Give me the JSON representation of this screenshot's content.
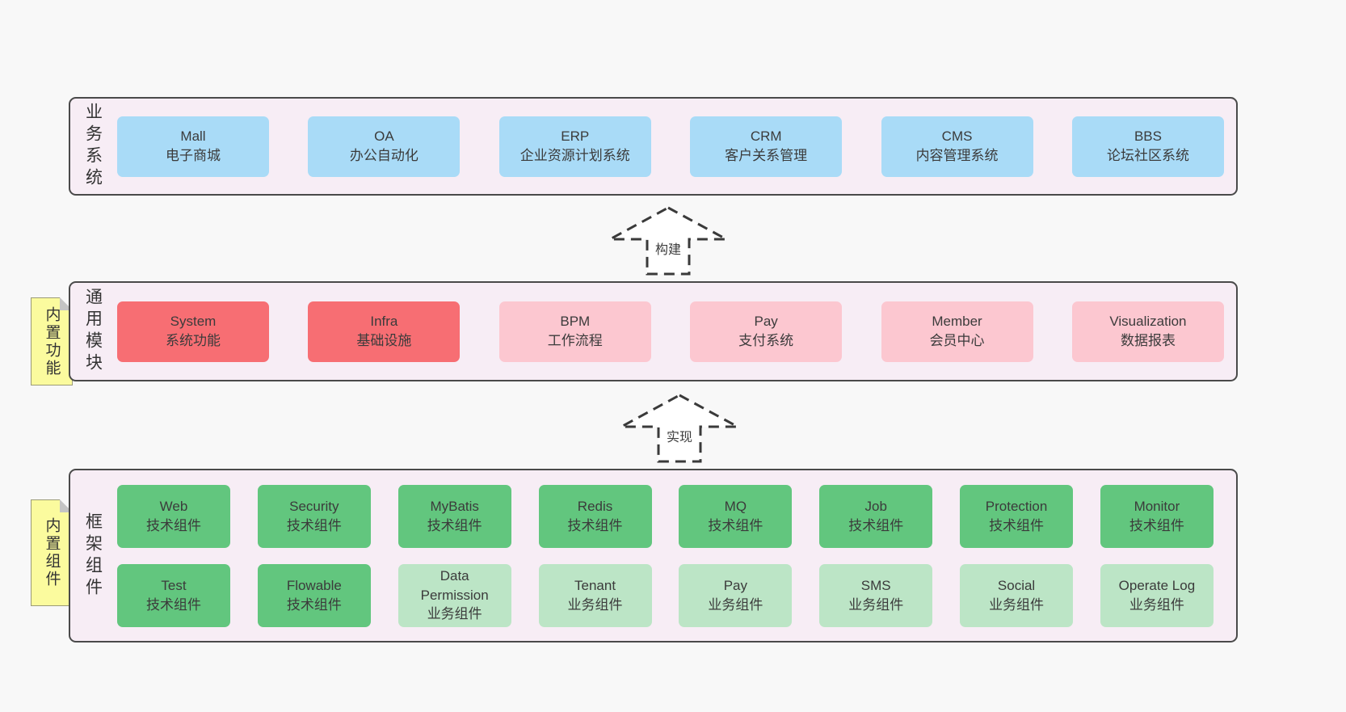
{
  "palette": {
    "page_bg": "#f8f8f8",
    "panel_bg": "#f7edf5",
    "panel_border": "#4a4a4a",
    "box_text": "#3b3b3b",
    "blue": "#a9dbf7",
    "red": "#f76e73",
    "pink": "#fcc7d0",
    "green": "#62c67e",
    "light_green": "#bce5c6",
    "note_bg": "#fbfb9e",
    "note_fold": "#c4c4c4",
    "arrow_stroke": "#3a3a3a"
  },
  "layers": [
    {
      "id": "business-systems",
      "title": "业务系统",
      "note": null,
      "rows": [
        [
          {
            "title": "Mall",
            "subtitle": "电子商城",
            "color": "blue"
          },
          {
            "title": "OA",
            "subtitle": "办公自动化",
            "color": "blue"
          },
          {
            "title": "ERP",
            "subtitle": "企业资源计划系统",
            "color": "blue"
          },
          {
            "title": "CRM",
            "subtitle": "客户关系管理",
            "color": "blue"
          },
          {
            "title": "CMS",
            "subtitle": "内容管理系统",
            "color": "blue"
          },
          {
            "title": "BBS",
            "subtitle": "论坛社区系统",
            "color": "blue"
          }
        ]
      ]
    },
    {
      "id": "common-modules",
      "title": "通用模块",
      "note": "内置功能",
      "rows": [
        [
          {
            "title": "System",
            "subtitle": "系统功能",
            "color": "red"
          },
          {
            "title": "Infra",
            "subtitle": "基础设施",
            "color": "red"
          },
          {
            "title": "BPM",
            "subtitle": "工作流程",
            "color": "pink"
          },
          {
            "title": "Pay",
            "subtitle": "支付系统",
            "color": "pink"
          },
          {
            "title": "Member",
            "subtitle": "会员中心",
            "color": "pink"
          },
          {
            "title": "Visualization",
            "subtitle": "数据报表",
            "color": "pink"
          }
        ]
      ]
    },
    {
      "id": "framework-components",
      "title": "框架组件",
      "note": "内置组件",
      "rows": [
        [
          {
            "title": "Web",
            "subtitle": "技术组件",
            "color": "green"
          },
          {
            "title": "Security",
            "subtitle": "技术组件",
            "color": "green"
          },
          {
            "title": "MyBatis",
            "subtitle": "技术组件",
            "color": "green"
          },
          {
            "title": "Redis",
            "subtitle": "技术组件",
            "color": "green"
          },
          {
            "title": "MQ",
            "subtitle": "技术组件",
            "color": "green"
          },
          {
            "title": "Job",
            "subtitle": "技术组件",
            "color": "green"
          },
          {
            "title": "Protection",
            "subtitle": "技术组件",
            "color": "green"
          },
          {
            "title": "Monitor",
            "subtitle": "技术组件",
            "color": "green"
          }
        ],
        [
          {
            "title": "Test",
            "subtitle": "技术组件",
            "color": "green"
          },
          {
            "title": "Flowable",
            "subtitle": "技术组件",
            "color": "green"
          },
          {
            "title": "Data Permission",
            "subtitle": "业务组件",
            "color": "light_green"
          },
          {
            "title": "Tenant",
            "subtitle": "业务组件",
            "color": "light_green"
          },
          {
            "title": "Pay",
            "subtitle": "业务组件",
            "color": "light_green"
          },
          {
            "title": "SMS",
            "subtitle": "业务组件",
            "color": "light_green"
          },
          {
            "title": "Social",
            "subtitle": "业务组件",
            "color": "light_green"
          },
          {
            "title": "Operate Log",
            "subtitle": "业务组件",
            "color": "light_green"
          }
        ]
      ]
    }
  ],
  "arrows": [
    {
      "label": "构建"
    },
    {
      "label": "实现"
    }
  ]
}
